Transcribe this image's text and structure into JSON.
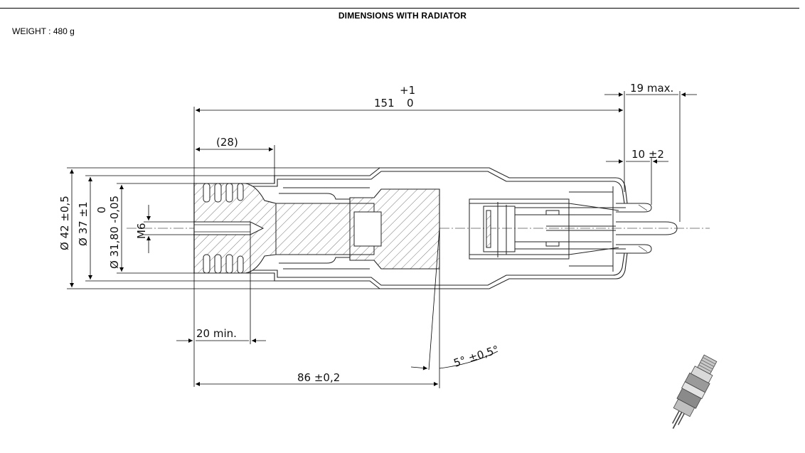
{
  "header": {
    "title": "DIMENSIONS WITH RADIATOR",
    "weight_label": "WEIGHT",
    "weight_sep": ":",
    "weight_value": "480 g"
  },
  "dimensions": {
    "overall_length": "151",
    "overall_tol_upper": "+1",
    "overall_tol_lower": "0",
    "thread_depth": "(28)",
    "tail_max": "19 max.",
    "pin_length": "10 ±2",
    "dia_outer": "Ø 42 ±0,5",
    "dia_mid": "Ø 37 ±1",
    "dia_inner": "Ø 31,80 -0,05",
    "dia_inner_tol": "0",
    "thread": "M6",
    "min_length": "20 min.",
    "ref_length": "86 ±0,2",
    "angle": "5° ±0,5°"
  }
}
